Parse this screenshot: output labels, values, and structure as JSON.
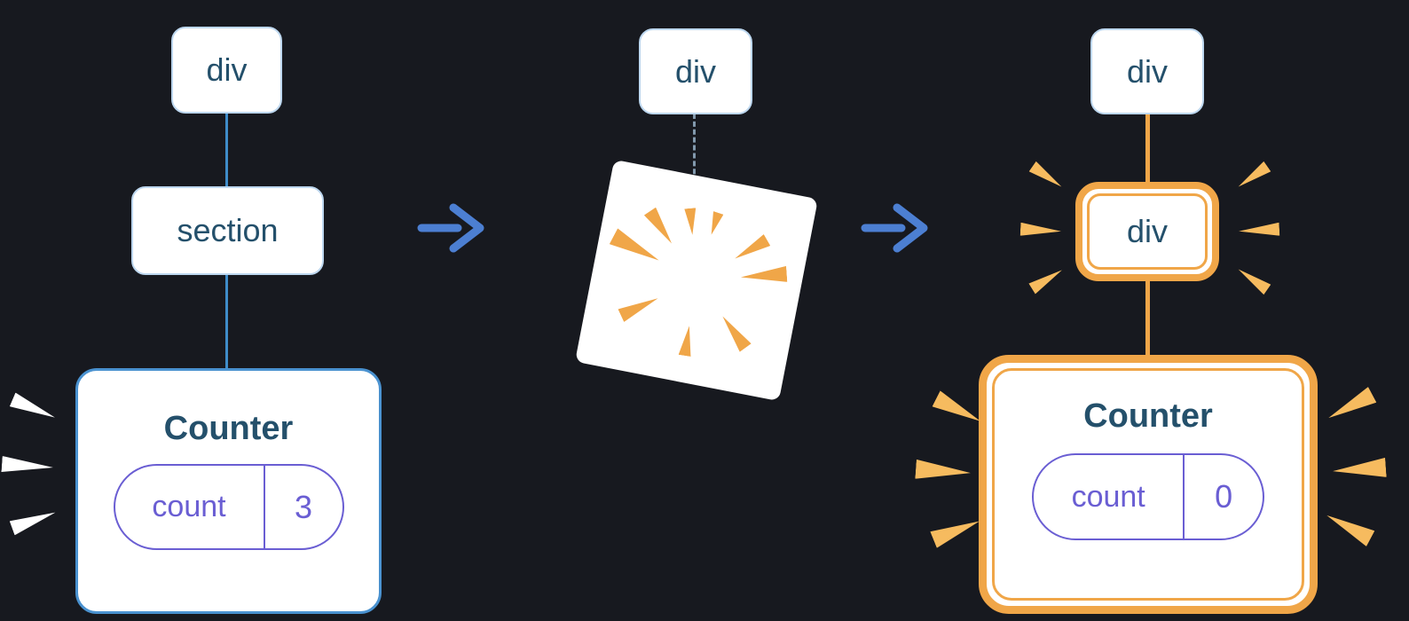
{
  "colors": {
    "background": "#17191f",
    "card_bg": "#ffffff",
    "box_border": "#bdd7ef",
    "counter_border": "#4a92d0",
    "connector_blue": "#3f8cc9",
    "dashed_gray": "#8299ad",
    "text_navy": "#24506b",
    "purple": "#6a5ed3",
    "arrow_blue": "#4c7fd2",
    "orange": "#f0a648",
    "orange_light": "#f6bb5f",
    "spark_white": "#ffffff"
  },
  "icons": {
    "arrow": "arrow-right",
    "poof": "poof-burst",
    "spark": "spark-wedge"
  },
  "left_tree": {
    "root_label": "div",
    "child_label": "section",
    "counter_title": "Counter",
    "state_name": "count",
    "state_value": "3"
  },
  "middle_tree": {
    "root_label": "div"
  },
  "right_tree": {
    "root_label": "div",
    "highlighted_label": "div",
    "counter_title": "Counter",
    "state_name": "count",
    "state_value": "0"
  }
}
